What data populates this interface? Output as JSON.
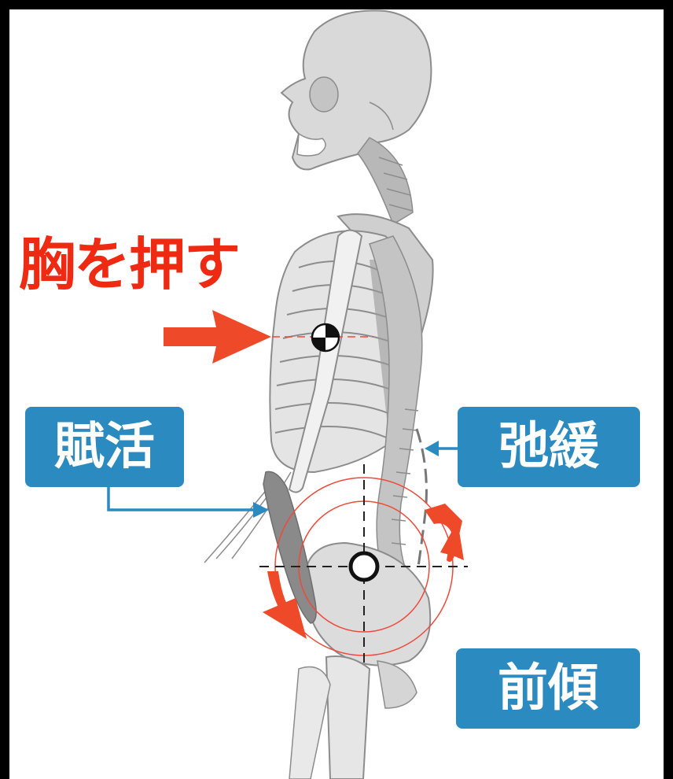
{
  "labels": {
    "push_chest": "胸を押す",
    "activation": "賦活",
    "relaxation": "弛緩",
    "anterior_tilt": "前傾"
  },
  "colors": {
    "background_border": "#000000",
    "canvas": "#ffffff",
    "accent_red": "#ee2a12",
    "tag_blue": "#2b8ac0",
    "bone_fill": "#d9d9d9",
    "bone_stroke": "#8c8c8c",
    "bone_shadow": "#b0b0b0",
    "muscle_dark": "#8a8a8a"
  },
  "icons": {
    "center_of_mass": "center-of-mass-icon",
    "push_arrow": "arrow-right-icon",
    "pivot": "pivot-circle-icon"
  }
}
